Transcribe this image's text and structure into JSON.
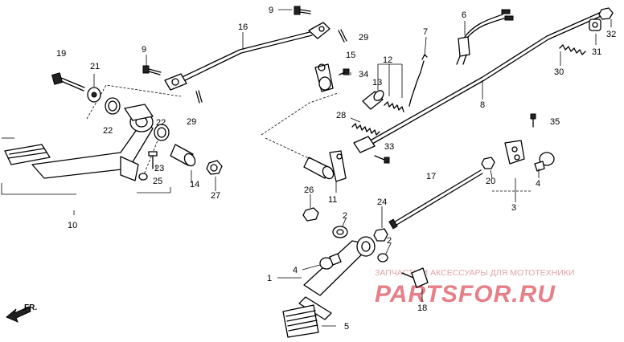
{
  "callouts": {
    "n1": "1",
    "n2a": "2",
    "n2b": "2",
    "n3": "3",
    "n4a": "4",
    "n4b": "4",
    "n5": "5",
    "n6": "6",
    "n7": "7",
    "n8": "8",
    "n9a": "9",
    "n9b": "9",
    "n10": "10",
    "n11": "11",
    "n12": "12",
    "n13": "13",
    "n14": "14",
    "n15": "15",
    "n16": "16",
    "n17": "17",
    "n18": "18",
    "n19": "19",
    "n20": "20",
    "n21": "21",
    "n22a": "22",
    "n22b": "22",
    "n23": "23",
    "n24": "24",
    "n25": "25",
    "n26": "26",
    "n27": "27",
    "n28": "28",
    "n29a": "29",
    "n29b": "29",
    "n30": "30",
    "n31": "31",
    "n32": "32",
    "n33": "33",
    "n34": "34",
    "n35": "35"
  },
  "direction": {
    "label": "FR."
  },
  "watermark": {
    "line1": "ЗАПЧАСТИ И АКСЕССУАРЫ ДЛЯ МОТОТЕХНИКИ",
    "line2": "PARTSFOR.RU",
    "color": "#e67f87"
  }
}
